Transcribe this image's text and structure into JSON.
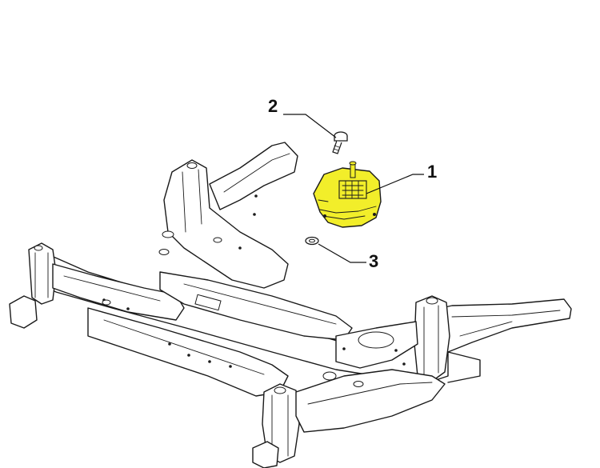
{
  "callouts": [
    {
      "id": "1",
      "label": "1"
    },
    {
      "id": "2",
      "label": "2"
    },
    {
      "id": "3",
      "label": "3"
    }
  ],
  "colors": {
    "highlight_part": "#f2ee2a",
    "line": "#1a1a1a",
    "background": "#ffffff"
  },
  "parts": [
    {
      "callout": "1",
      "icon": "engine-mount-icon"
    },
    {
      "callout": "2",
      "icon": "bolt-icon"
    },
    {
      "callout": "3",
      "icon": "washer-icon"
    }
  ]
}
